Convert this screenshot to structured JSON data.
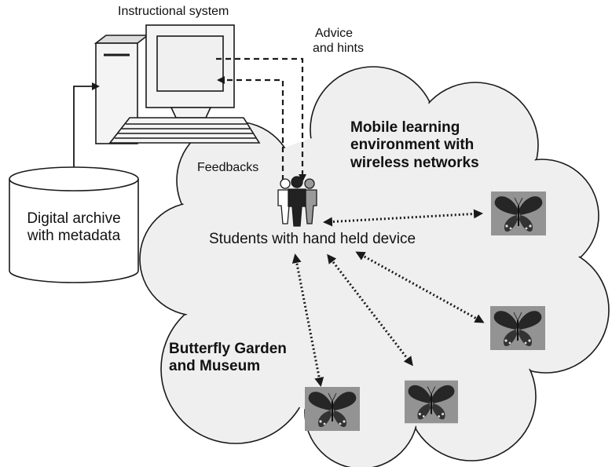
{
  "labels": {
    "instructional_system": "Instructional system",
    "advice_line1": "Advice",
    "advice_line2": "and hints",
    "mobile_line1": "Mobile learning",
    "mobile_line2": "environment with",
    "mobile_line3": "wireless networks",
    "feedbacks": "Feedbacks",
    "archive_line1": "Digital archive",
    "archive_line2": "with metadata",
    "students": "Students with hand held device",
    "garden_line1": "Butterfly Garden",
    "garden_line2": "and Museum"
  },
  "nodes": [
    "Instructional system",
    "Digital archive with metadata",
    "Students with hand held device",
    "Butterfly photo 1",
    "Butterfly photo 2",
    "Butterfly photo 3",
    "Butterfly photo 4"
  ],
  "edges": [
    {
      "from": "Digital archive with metadata",
      "to": "Instructional system",
      "style": "solid"
    },
    {
      "from": "Instructional system",
      "to": "Students with hand held device",
      "label": "Advice and hints",
      "style": "dashed"
    },
    {
      "from": "Students with hand held device",
      "to": "Instructional system",
      "label": "Feedbacks",
      "style": "dashed"
    },
    {
      "from": "Students with hand held device",
      "to": "Butterfly photo 1",
      "style": "dotted",
      "direction": "both"
    },
    {
      "from": "Students with hand held device",
      "to": "Butterfly photo 2",
      "style": "dotted",
      "direction": "both"
    },
    {
      "from": "Students with hand held device",
      "to": "Butterfly photo 3",
      "style": "dotted",
      "direction": "both"
    },
    {
      "from": "Students with hand held device",
      "to": "Butterfly photo 4",
      "style": "dotted",
      "direction": "both"
    }
  ],
  "colors": {
    "stroke": "#1a1a1a",
    "cloud_fill": "#efefef",
    "computer_fill": "#f4f4f4",
    "photo_bg": "#8a8a8a",
    "wing_dark": "#262626"
  }
}
